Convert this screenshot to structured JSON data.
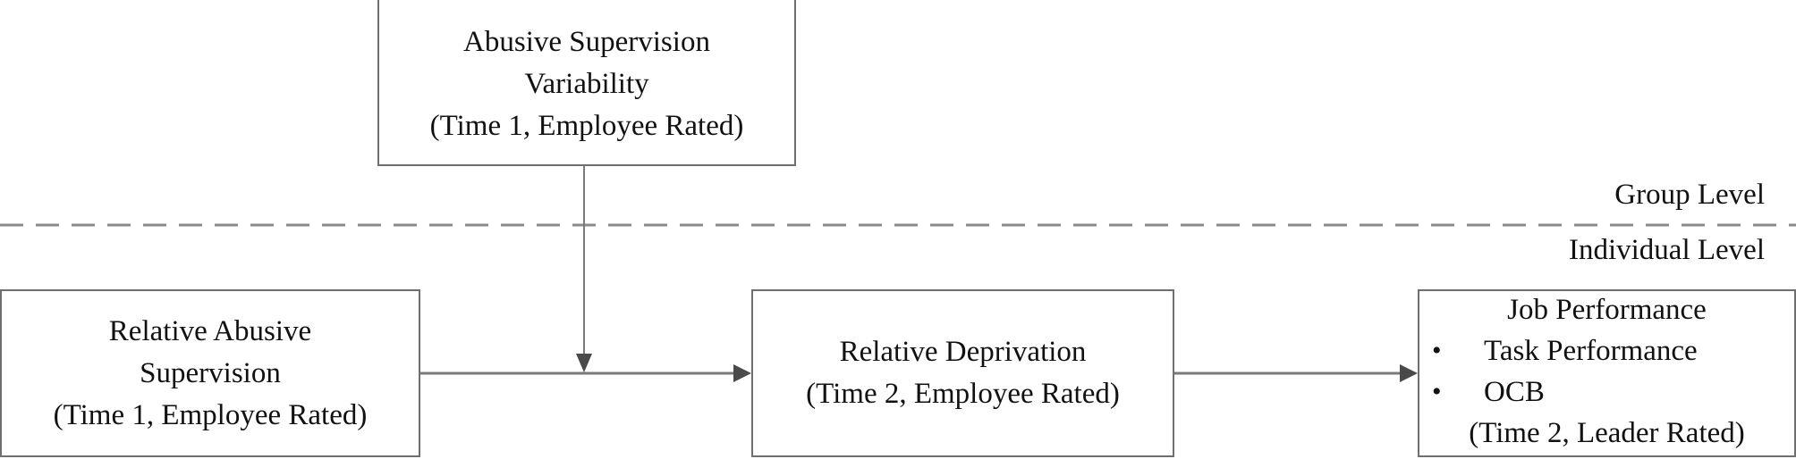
{
  "diagram": {
    "type": "multilevel-mediation-model",
    "levels": {
      "group": "Group Level",
      "individual": "Individual Level"
    },
    "nodes": {
      "variability": {
        "lines": [
          "Abusive Supervision",
          "Variability",
          "(Time 1, Employee Rated)"
        ]
      },
      "relative_abuse": {
        "lines": [
          "Relative Abusive",
          "Supervision",
          "(Time 1, Employee Rated)"
        ]
      },
      "deprivation": {
        "lines": [
          "Relative Deprivation",
          "(Time 2, Employee Rated)"
        ]
      },
      "performance": {
        "title": "Job Performance",
        "bullets": [
          "Task Performance",
          "OCB"
        ],
        "bullet_glyph": "•",
        "footer": "(Time 2, Leader Rated)"
      }
    },
    "edges": [
      {
        "from": "relative_abuse",
        "to": "deprivation",
        "label": ""
      },
      {
        "from": "deprivation",
        "to": "performance",
        "label": ""
      },
      {
        "from": "variability",
        "to": "relative_abuse->deprivation",
        "label": "",
        "kind": "moderation"
      }
    ],
    "colors": {
      "line": "#7a7a7a",
      "arrowhead": "#4a4a4a",
      "border": "#6f6f6f",
      "text": "#111111",
      "divider": "#8a8a8a"
    }
  }
}
